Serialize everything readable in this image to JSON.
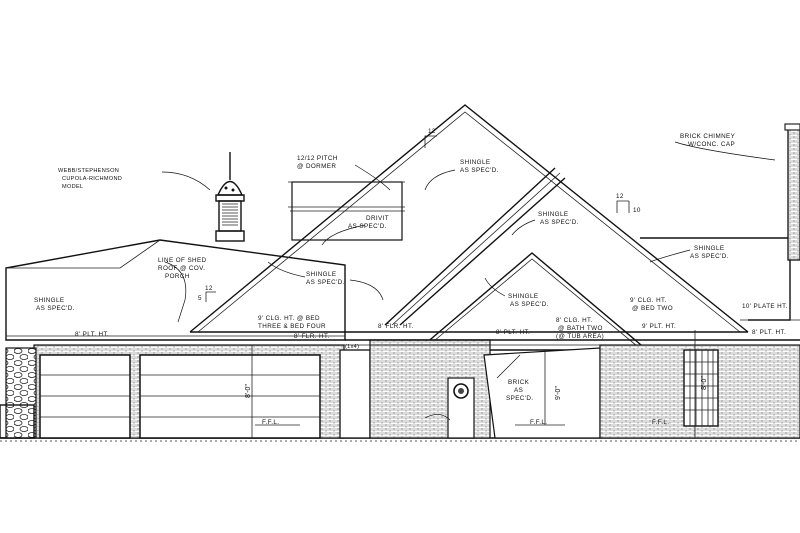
{
  "labels": {
    "cupola": [
      "WEBB/STEPHENSON",
      "CUPOLA-RICHMOND",
      "MODEL"
    ],
    "pitch": [
      "12/12 PITCH",
      "@ DORMER"
    ],
    "shingle_top": [
      "SHINGLE",
      "AS SPEC'D."
    ],
    "drivit": [
      "DRIVIT",
      "AS SPEC'D."
    ],
    "shingle_mid": [
      "SHINGLE",
      "AS SPEC'D."
    ],
    "chimney": [
      "BRICK CHIMNEY",
      "W/CONC. CAP"
    ],
    "shingle_right": [
      "SHINGLE",
      "AS SPEC'D."
    ],
    "shed_roof": [
      "LINE OF SHED",
      "ROOF @ COV.",
      "PORCH"
    ],
    "shingle_center": [
      "SHINGLE",
      "AS SPEC'D."
    ],
    "shingle_left": [
      "SHINGLE",
      "AS SPEC'D."
    ],
    "shingle_gable": [
      "SHINGLE",
      "AS SPEC'D."
    ],
    "clg_ht_right": [
      "9' CLG. HT.",
      "@ BED TWO"
    ],
    "plate_ht": [
      "10' PLATE HT."
    ],
    "plt_ht_left": "8' PLT. HT.",
    "clg_ht_bed": [
      "9' CLG. HT. @ BED",
      "THREE & BED FOUR"
    ],
    "flr_ht_a": "8' FLR. HT.",
    "flr_ht_b": "8' FLR. HT.",
    "plt_ht_c": "8' PLT. HT.",
    "clg_ht_bath": [
      "8' CLG. HT.",
      "@ BATH TWO",
      "(@ TUB AREA)"
    ],
    "plt_ht_d": "9' PLT. HT.",
    "plt_ht_e": "8' PLT. HT.",
    "brick": [
      "BRICK",
      "AS",
      "SPEC'D."
    ],
    "ffl_a": "F.F.L.",
    "ffl_b": "F.F.L.",
    "ffl_c": "F.F.L.",
    "dim_a": "8'-0\"",
    "dim_b": "9'-0\"",
    "dim_c": "8'-0\"",
    "pitch_12_a": "12",
    "pitch_12_b": "12",
    "pitch_12_c": "12",
    "pitch_10_a": "10",
    "pitch_5": "5",
    "gutter_ref": "(1x4)"
  }
}
